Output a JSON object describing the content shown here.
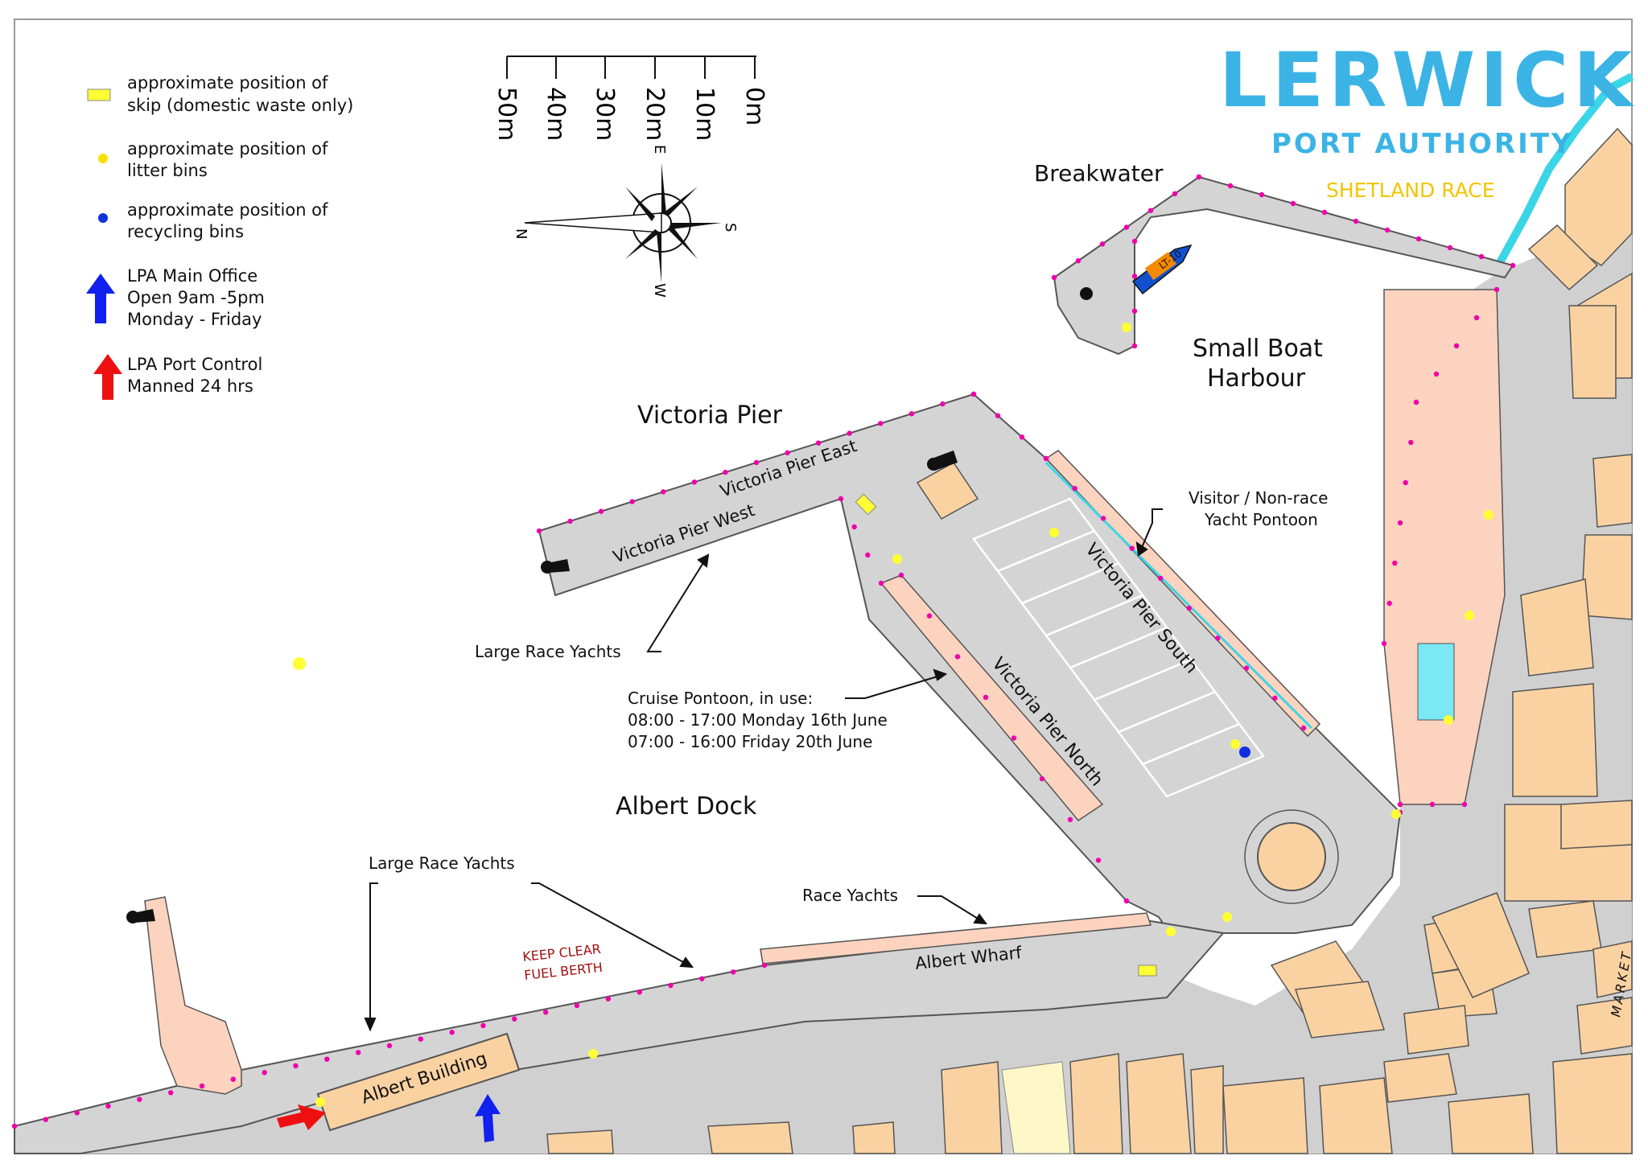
{
  "brand": {
    "logo_text": "LERWICK",
    "subtitle": "PORT AUTHORITY",
    "event": "SHETLAND RACE",
    "brand_color": "#3bb4e5",
    "event_color": "#f2c500"
  },
  "legend": [
    {
      "icon": "skip-rect",
      "color": "#ffff33",
      "lines": [
        "approximate position of",
        "skip (domestic waste only)"
      ]
    },
    {
      "icon": "litter-bin-dot",
      "color": "#f5e100",
      "lines": [
        "approximate position of",
        "litter bins"
      ]
    },
    {
      "icon": "recycling-bin-dot",
      "color": "#1030e0",
      "lines": [
        "approximate position of",
        "recycling bins"
      ]
    },
    {
      "icon": "blue-arrow",
      "color": "#1020ee",
      "lines": [
        "LPA Main Office",
        "Open 9am -5pm",
        "Monday - Friday"
      ]
    },
    {
      "icon": "red-arrow",
      "color": "#ee1010",
      "lines": [
        "LPA Port Control",
        "Manned 24 hrs"
      ]
    }
  ],
  "scale_bar": {
    "labels": [
      "50m",
      "40m",
      "30m",
      "20m",
      "10m",
      "0m"
    ]
  },
  "compass": {
    "n": "N",
    "s": "S",
    "e": "E",
    "w": "W"
  },
  "place_labels": {
    "breakwater": "Breakwater",
    "small_boat_harbour": [
      "Small Boat",
      "Harbour"
    ],
    "victoria_pier": "Victoria Pier",
    "victoria_pier_east": "Victoria Pier East",
    "victoria_pier_west": "Victoria Pier West",
    "victoria_pier_south": "Victoria Pier South",
    "victoria_pier_north": "Victoria Pier North",
    "albert_dock": "Albert Dock",
    "albert_wharf": "Albert Wharf",
    "albert_building": "Albert Building",
    "market": "MARKET"
  },
  "callouts": {
    "visitor_pontoon": [
      "Visitor / Non-race",
      "Yacht Pontoon"
    ],
    "large_race_yachts_1": "Large Race Yachts",
    "large_race_yachts_2": "Large Race Yachts",
    "race_yachts": "Race Yachts",
    "cruise_pontoon": [
      "Cruise Pontoon, in use:",
      "08:00 - 17:00 Monday 16th June",
      "07:00 - 16:00 Friday 20th June"
    ],
    "keep_clear": [
      "KEEP CLEAR",
      "FUEL BERTH"
    ]
  },
  "boat_label": "LT-10",
  "colors": {
    "quay": "#d4d4d4",
    "pontoon": "#fcd3bf",
    "building": "#fad2a2",
    "water_edge": "#3bd5e8",
    "bollard": "#ee00aa",
    "keep_clear": "#a01010"
  }
}
